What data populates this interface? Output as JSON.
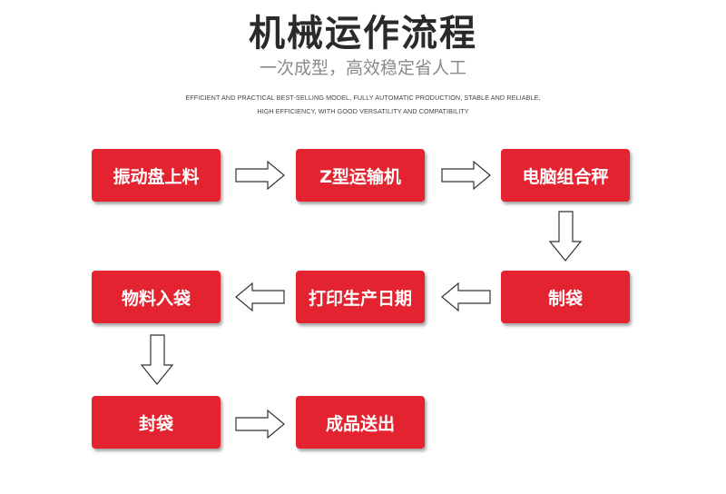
{
  "header": {
    "title": "机械运作流程",
    "subtitle": "一次成型，高效稳定省人工",
    "english_line1": "EFFICIENT AND PRACTICAL BEST-SELLING MODEL, FULLY AUTOMATIC PRODUCTION, STABLE AND RELIABLE,",
    "english_line2": "HIGH EFFICIENCY, WITH GOOD VERSATILITY AND COMPATIBILITY"
  },
  "colors": {
    "box": "#e32330",
    "box_text": "#ffffff",
    "arrow_stroke": "#333333"
  },
  "steps": [
    {
      "label": "振动盘上料"
    },
    {
      "label": "Z型运输机"
    },
    {
      "label": "电脑组合秤"
    },
    {
      "label": "制袋"
    },
    {
      "label": "打印生产日期"
    },
    {
      "label": "物料入袋"
    },
    {
      "label": "封袋"
    },
    {
      "label": "成品送出"
    }
  ]
}
